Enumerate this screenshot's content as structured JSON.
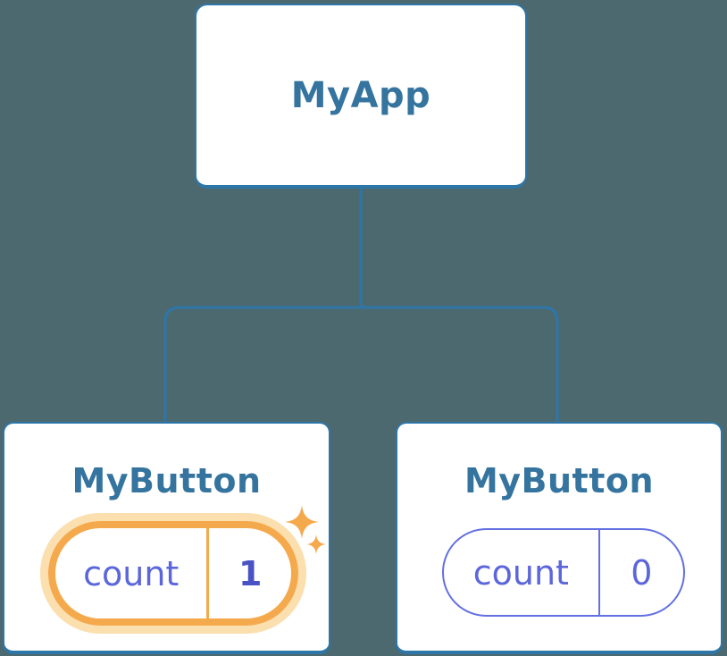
{
  "diagram": {
    "root": {
      "label": "MyApp"
    },
    "children": [
      {
        "label": "MyButton",
        "state_key": "count",
        "state_value": "1",
        "highlighted": true
      },
      {
        "label": "MyButton",
        "state_key": "count",
        "state_value": "0",
        "highlighted": false
      }
    ]
  },
  "icons": {
    "sparkle": "four-point-star"
  },
  "colors": {
    "background": "#4C6970",
    "node-bg": "#FFFFFF",
    "line-blue": "#2E76A8",
    "title-blue": "#34749E",
    "state-purple": "#5B66DC",
    "state-purple-strong": "#4A53C6",
    "pill-purple-border": "#6370E2",
    "orange": "#F5A94D",
    "orange-glow": "#FBDFAE"
  }
}
